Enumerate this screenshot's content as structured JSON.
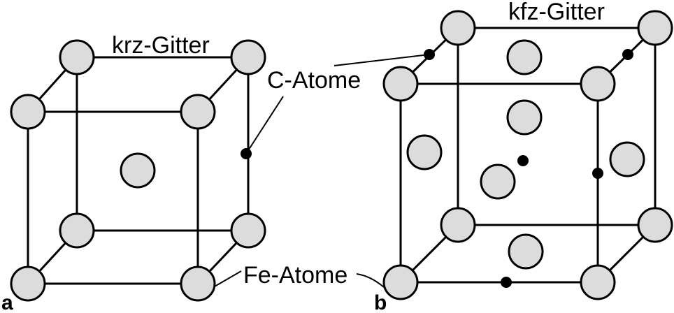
{
  "panels": {
    "a": {
      "letter": "a",
      "title": "krz-Gitter"
    },
    "b": {
      "letter": "b",
      "title": "kfz-Gitter"
    }
  },
  "labels": {
    "carbon": "C-Atome",
    "iron": "Fe-Atome"
  },
  "colors": {
    "iron_atom_fill": "#dcdcdc",
    "carbon_atom_fill": "#000000",
    "line": "#000000",
    "background": "#ffffff"
  }
}
